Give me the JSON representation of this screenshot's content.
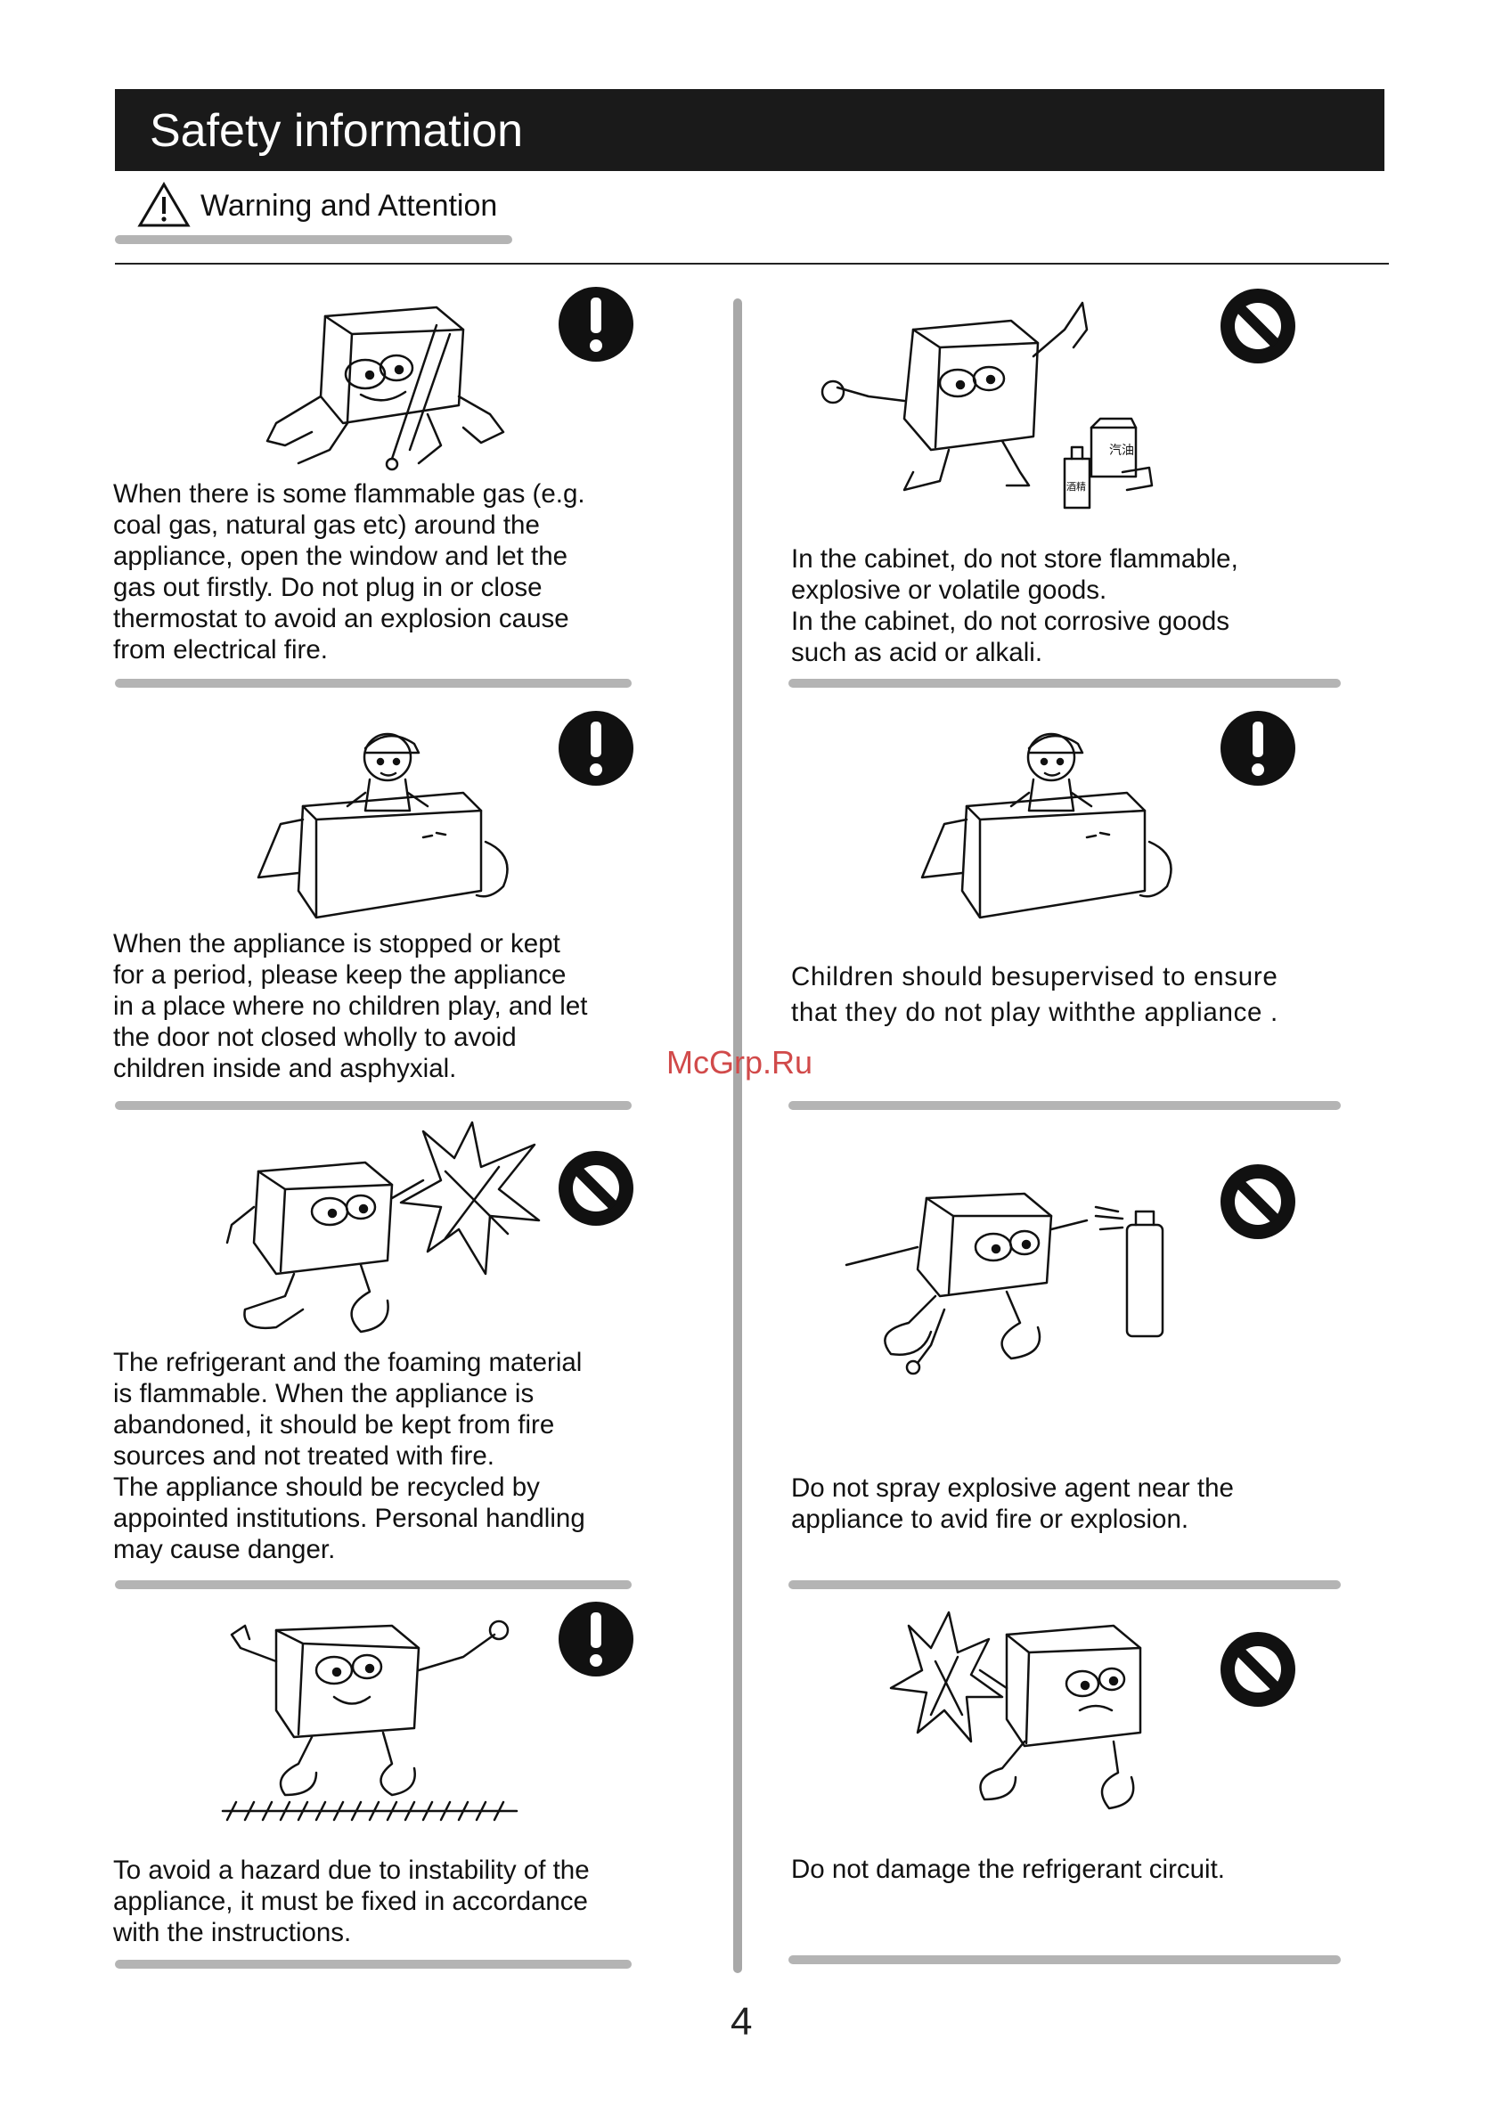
{
  "header": {
    "title": "Safety information",
    "subtitle": "Warning and Attention"
  },
  "sections": [
    {
      "symbol": "exclamation-icon",
      "text": "When there is some flammable gas (e.g.\ncoal gas, natural gas etc) around the\nappliance, open the window and let the\ngas out firstly. Do not plug in or close\nthermostat to avoid an explosion cause\nfrom electrical fire."
    },
    {
      "symbol": "prohibition-icon",
      "text": "In the cabinet, do not store flammable,\nexplosive or volatile goods.\nIn the cabinet, do not corrosive goods\nsuch as acid or alkali.",
      "labels": [
        "汽油",
        "酒精"
      ]
    },
    {
      "symbol": "exclamation-icon",
      "text": "When the appliance is stopped or kept\nfor a period, please keep the appliance\nin a place where no children play, and let\nthe door not closed wholly to avoid\nchildren inside and asphyxial."
    },
    {
      "symbol": "exclamation-icon",
      "text": "Children should besupervised  to ensure\nthat they do not play withthe appliance ."
    },
    {
      "symbol": "prohibition-icon",
      "text": "The refrigerant and the foaming material\nis flammable. When the appliance is\nabandoned, it should be kept from fire\nsources and not treated with fire.\nThe appliance should be recycled  by\nappointed institutions. Personal handling\nmay cause danger."
    },
    {
      "symbol": "prohibition-icon",
      "text": "Do not spray explosive agent near the\nappliance to avid fire or explosion."
    },
    {
      "symbol": "exclamation-icon",
      "text": "To avoid a hazard due to instability of the\nappliance, it must be fixed in accordance\nwith the instructions."
    },
    {
      "symbol": "prohibition-icon",
      "text": "Do not damage the refrigerant circuit."
    }
  ],
  "watermark": "McGrp.Ru",
  "page_number": "4"
}
